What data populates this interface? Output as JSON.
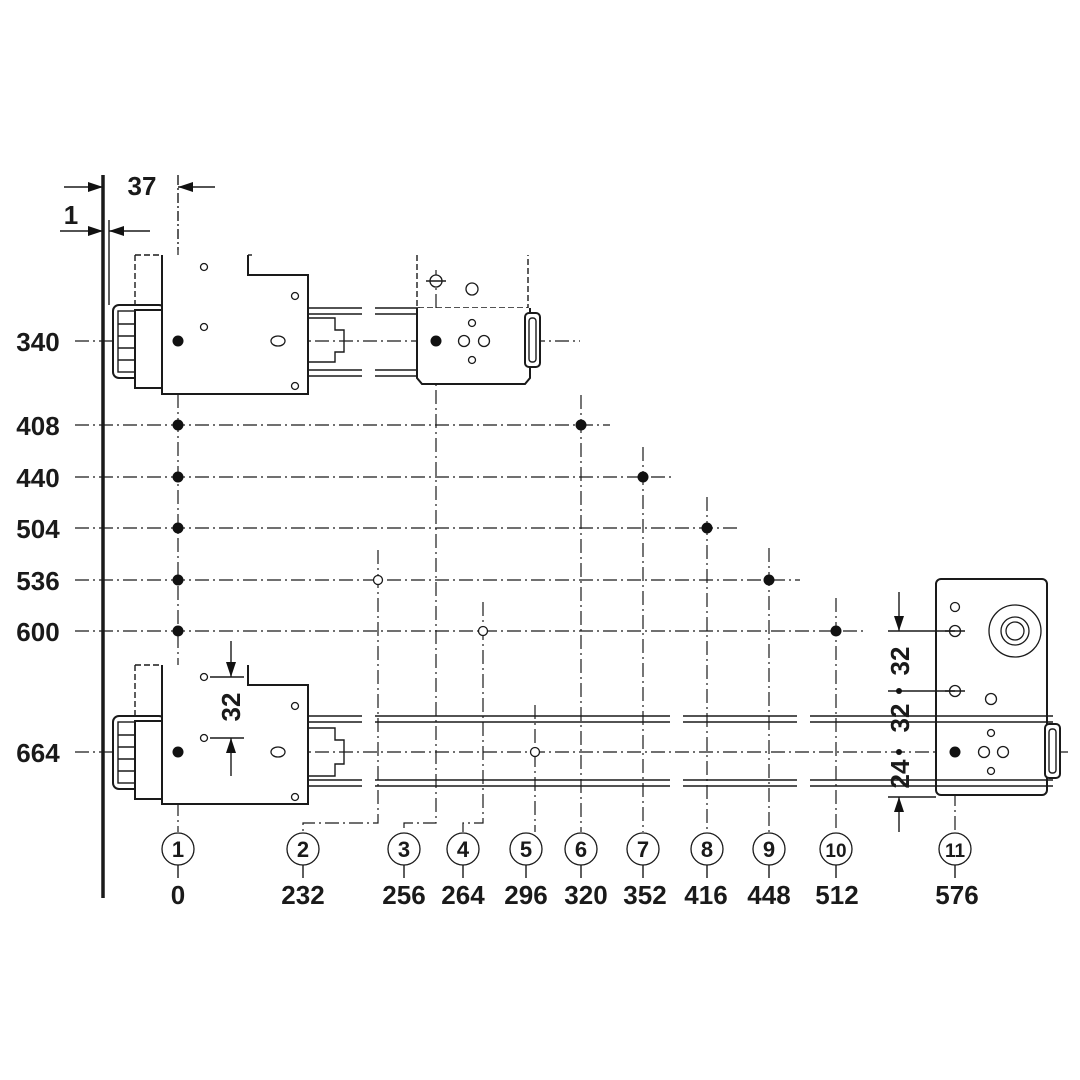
{
  "dimensions": {
    "offset_top": "37",
    "offset_left": "1",
    "pitch_upper": "32",
    "pitch_right_a": "32",
    "pitch_right_b": "32",
    "pitch_right_c": "24"
  },
  "row_labels": [
    "340",
    "408",
    "440",
    "504",
    "536",
    "600",
    "664"
  ],
  "positions": [
    {
      "number": "1",
      "value": "0"
    },
    {
      "number": "2",
      "value": "232"
    },
    {
      "number": "3",
      "value": "256"
    },
    {
      "number": "4",
      "value": "264"
    },
    {
      "number": "5",
      "value": "296"
    },
    {
      "number": "6",
      "value": "320"
    },
    {
      "number": "7",
      "value": "352"
    },
    {
      "number": "8",
      "value": "416"
    },
    {
      "number": "9",
      "value": "448"
    },
    {
      "number": "10",
      "value": "512"
    },
    {
      "number": "11",
      "value": "576"
    }
  ]
}
